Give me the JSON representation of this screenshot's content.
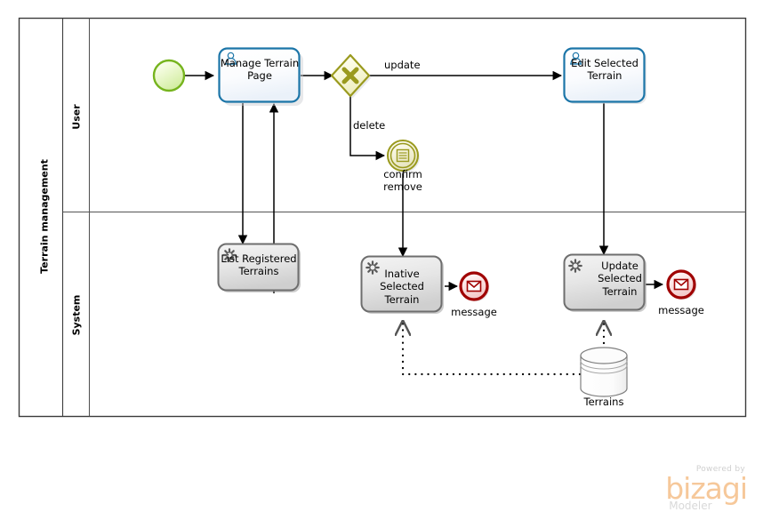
{
  "diagram": {
    "type": "bpmn-process",
    "pool": {
      "name": "Terrain management",
      "lanes": [
        {
          "id": "user",
          "name": "User"
        },
        {
          "id": "system",
          "name": "System"
        }
      ]
    },
    "nodes": [
      {
        "id": "start",
        "type": "start-event",
        "label": "",
        "lane": "user",
        "color": "#76b41e"
      },
      {
        "id": "manage-terrain-page",
        "type": "user-task",
        "label": "Manage Terrain Page",
        "lane": "user",
        "icon": "user-icon",
        "color": "#1b75a8"
      },
      {
        "id": "gateway",
        "type": "exclusive-gateway",
        "label": "",
        "lane": "user",
        "icon": "x-icon",
        "color": "#9a9a1e"
      },
      {
        "id": "confirm-remove",
        "type": "intermediate-event",
        "label": "confirm remove",
        "lane": "user",
        "icon": "rule-icon",
        "color": "#9a9a1e"
      },
      {
        "id": "edit-selected-terrain",
        "type": "user-task",
        "label": "Edit Selected Terrain",
        "lane": "user",
        "icon": "user-icon",
        "color": "#1b75a8"
      },
      {
        "id": "list-registered-terrains",
        "type": "service-task",
        "label": "List Registered Terrains",
        "lane": "system",
        "icon": "gear-icon",
        "color": "#7d7d7d"
      },
      {
        "id": "inative-selected-terrain",
        "type": "service-task",
        "label": "Inative Selected Terrain",
        "lane": "system",
        "icon": "gear-icon",
        "color": "#7d7d7d"
      },
      {
        "id": "update-selected-terrain",
        "type": "service-task",
        "label": "Update Selected Terrain",
        "lane": "system",
        "icon": "gear-icon",
        "color": "#7d7d7d"
      },
      {
        "id": "message-end-1",
        "type": "message-end-event",
        "label": "message",
        "lane": "system",
        "icon": "envelope-icon",
        "color": "#a00000"
      },
      {
        "id": "message-end-2",
        "type": "message-end-event",
        "label": "message",
        "lane": "system",
        "icon": "envelope-icon",
        "color": "#a00000"
      },
      {
        "id": "terrains-datastore",
        "type": "data-store",
        "label": "Terrains",
        "lane": "system",
        "icon": "cylinder-icon",
        "color": "#808080"
      }
    ],
    "flows": [
      {
        "from": "start",
        "to": "manage-terrain-page",
        "label": ""
      },
      {
        "from": "manage-terrain-page",
        "to": "gateway",
        "label": ""
      },
      {
        "from": "gateway",
        "to": "edit-selected-terrain",
        "label": "update"
      },
      {
        "from": "gateway",
        "to": "confirm-remove",
        "label": "delete"
      },
      {
        "from": "manage-terrain-page",
        "to": "list-registered-terrains",
        "label": ""
      },
      {
        "from": "list-registered-terrains",
        "to": "manage-terrain-page",
        "label": ""
      },
      {
        "from": "confirm-remove",
        "to": "inative-selected-terrain",
        "label": ""
      },
      {
        "from": "edit-selected-terrain",
        "to": "update-selected-terrain",
        "label": ""
      },
      {
        "from": "inative-selected-terrain",
        "to": "message-end-1",
        "label": ""
      },
      {
        "from": "update-selected-terrain",
        "to": "message-end-2",
        "label": ""
      },
      {
        "from": "terrains-datastore",
        "to": "inative-selected-terrain",
        "label": "",
        "style": "association"
      },
      {
        "from": "terrains-datastore",
        "to": "update-selected-terrain",
        "label": "",
        "style": "association"
      }
    ]
  },
  "labels": {
    "pool_title": "Terrain management",
    "lane_user": "User",
    "lane_system": "System",
    "task_manage_terrain_l1": "Manage Terrain",
    "task_manage_terrain_l2": "Page",
    "task_edit_selected_l1": "Edit Selected",
    "task_edit_selected_l2": "Terrain",
    "task_list_registered_l1": "List Registered",
    "task_list_registered_l2": "Terrains",
    "task_inative_l1": "Inative Selected",
    "task_inative_l2": "Terrain",
    "task_update_l1": "Update",
    "task_update_l2": "Selected",
    "task_update_l3": "Terrain",
    "flow_update": "update",
    "flow_delete": "delete",
    "event_confirm_l1": "confirm",
    "event_confirm_l2": "remove",
    "message_1": "message",
    "message_2": "message",
    "datastore_terrains": "Terrains"
  },
  "brand": {
    "powered_by": "Powered by",
    "name": "bizagi",
    "product": "Modeler"
  },
  "colors": {
    "start_event": "#76b41e",
    "gateway": "#9a9a1e",
    "user_task_border": "#1b75a8",
    "service_task_border": "#7d7d7d",
    "end_event": "#a00000",
    "pool_border": "#3c3c3c",
    "brand_accent": "#f6c89a"
  }
}
